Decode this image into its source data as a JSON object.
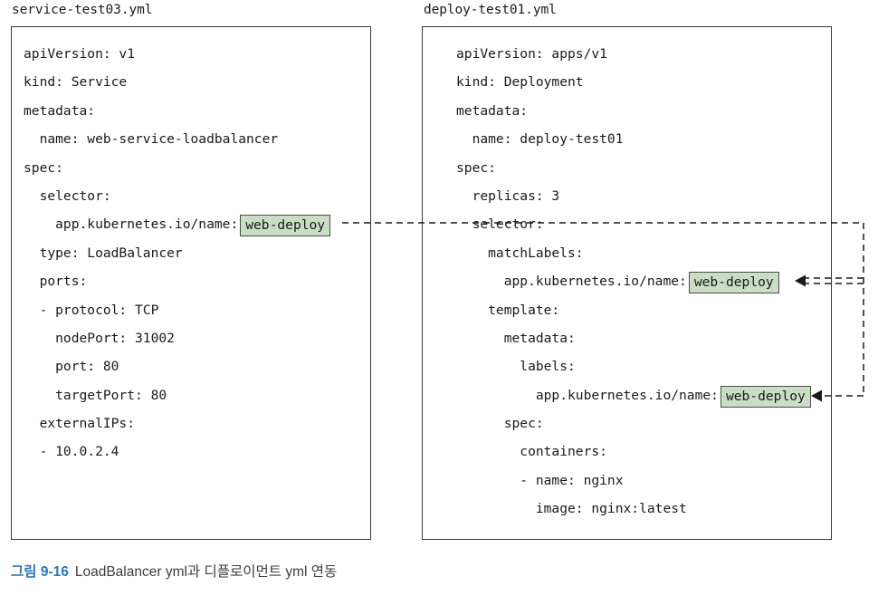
{
  "figure": {
    "caption_number": "그림 9-16",
    "caption_text": "LoadBalancer yml과 디플로이먼트 yml 연동",
    "caption_number_color": "#2e75b6",
    "caption_text_color": "#3d3d3d"
  },
  "colors": {
    "chip_background": "#c9dec4",
    "chip_border": "#4d4d4d",
    "box_border": "#3a3a3a",
    "connector": "#1a1a1a",
    "text": "#1a1a1a",
    "page_background": "#ffffff"
  },
  "left_panel": {
    "file_label": "service-test03.yml",
    "lines": [
      {
        "text": "apiVersion: v1"
      },
      {
        "text": "kind: Service"
      },
      {
        "text": "metadata:"
      },
      {
        "text": "  name: web-service-loadbalancer"
      },
      {
        "text": "spec:"
      },
      {
        "text": "  selector:"
      },
      {
        "text": "    app.kubernetes.io/name:",
        "chip": "web-deploy"
      },
      {
        "text": "  type: LoadBalancer"
      },
      {
        "text": "  ports:"
      },
      {
        "text": "  - protocol: TCP"
      },
      {
        "text": "    nodePort: 31002"
      },
      {
        "text": "    port: 80"
      },
      {
        "text": "    targetPort: 80"
      },
      {
        "text": "  externalIPs:"
      },
      {
        "text": "  - 10.0.2.4"
      }
    ]
  },
  "right_panel": {
    "file_label": "deploy-test01.yml",
    "lines": [
      {
        "text": "apiVersion: apps/v1"
      },
      {
        "text": "kind: Deployment"
      },
      {
        "text": "metadata:"
      },
      {
        "text": "  name: deploy-test01"
      },
      {
        "text": "spec:"
      },
      {
        "text": "  replicas: 3"
      },
      {
        "text": "  selector:"
      },
      {
        "text": "    matchLabels:"
      },
      {
        "text": "      app.kubernetes.io/name:",
        "chip": "web-deploy"
      },
      {
        "text": "    template:"
      },
      {
        "text": "      metadata:"
      },
      {
        "text": "        labels:"
      },
      {
        "text": "          app.kubernetes.io/name:",
        "chip": "web-deploy"
      },
      {
        "text": "      spec:"
      },
      {
        "text": "        containers:"
      },
      {
        "text": "        - name: nginx"
      },
      {
        "text": "          image: nginx:latest"
      }
    ]
  },
  "connectors": {
    "description": "Dashed link lines joining the Service selector label value to the Deployment matchLabels and pod template labels values",
    "style": "dashed",
    "arrow_targets": [
      "matchLabels-web-deploy-chip",
      "template-labels-web-deploy-chip"
    ],
    "source": "service-selector-web-deploy-chip"
  }
}
